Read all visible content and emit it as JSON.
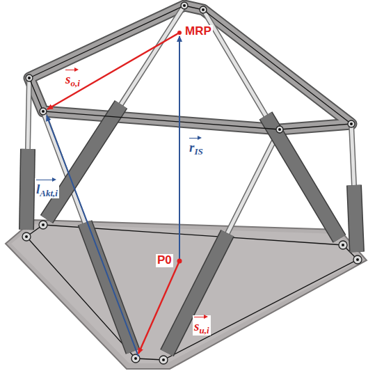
{
  "diagram": {
    "labels": [
      "MRP",
      "s",
      "o,i",
      "l",
      "Akt,i",
      "r",
      "IS",
      "P0",
      "s",
      "u,i"
    ]
  }
}
